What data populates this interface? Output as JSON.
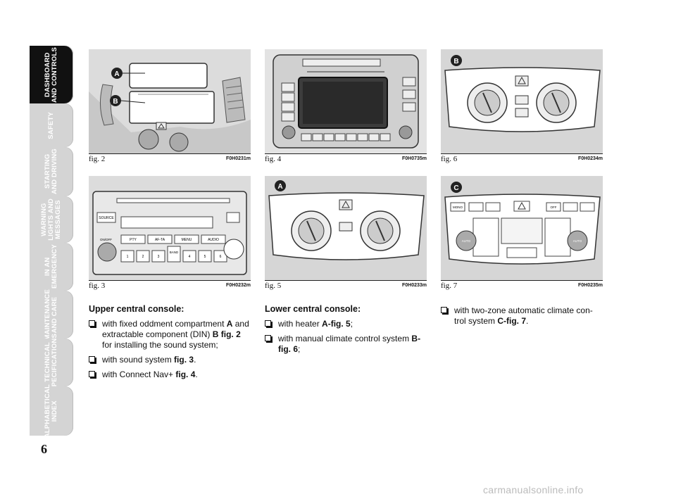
{
  "sidebar": {
    "tabs": [
      {
        "label": "DASHBOARD\nAND CONTROLS",
        "active": true
      },
      {
        "label": "SAFETY"
      },
      {
        "label": "STARTING\nAND DRIVING"
      },
      {
        "label": "WARNING\nLIGHTS AND\nMESSAGES"
      },
      {
        "label": "IN AN\nEMERGENCY"
      },
      {
        "label": "MAINTENANCE\nAND CARE"
      },
      {
        "label": "TECHNICAL\nSPECIFICATIONS"
      },
      {
        "label": "ALPHABETICAL\nINDEX"
      }
    ]
  },
  "page_number": "6",
  "figures": {
    "fig2": {
      "caption": "fig. 2",
      "code": "F0H0231m",
      "callouts": [
        "A",
        "B"
      ]
    },
    "fig4": {
      "caption": "fig. 4",
      "code": "F0H0735m"
    },
    "fig6": {
      "caption": "fig. 6",
      "code": "F0H0234m",
      "callouts": [
        "B"
      ]
    },
    "fig3": {
      "caption": "fig. 3",
      "code": "F0H0232m",
      "labels": {
        "source": "SOURCE",
        "onoff": "ON/OFF",
        "pty": "PTY",
        "afta": "AF-TA",
        "menu": "MENU",
        "audio": "AUDIO",
        "band": "BAND"
      },
      "presets": [
        "1",
        "2",
        "3",
        "4",
        "5",
        "6"
      ]
    },
    "fig5": {
      "caption": "fig. 5",
      "code": "F0H0233m",
      "callouts": [
        "A"
      ]
    },
    "fig7": {
      "caption": "fig. 7",
      "code": "F0H0235m",
      "callouts": [
        "C"
      ],
      "labels": {
        "mono": "MONO",
        "off": "OFF",
        "auto": "AUTO"
      }
    }
  },
  "columns": {
    "left": {
      "heading": "Upper central console:",
      "items": [
        {
          "text": "with fixed oddment compartment ",
          "bold": "A",
          "text2": " and extractable component (DIN) ",
          "bold2": "B fig. 2",
          "text3": " for installing the sound system;"
        },
        {
          "text": "with sound system ",
          "bold": "fig. 3",
          "text2": "."
        },
        {
          "text": "with Connect Nav+ ",
          "bold": "fig. 4",
          "text2": "."
        }
      ]
    },
    "middle": {
      "heading": "Lower central console:",
      "items": [
        {
          "text": "with heater ",
          "bold": "A-fig. 5",
          "text2": ";"
        },
        {
          "text": "with manual climate control system ",
          "bold": "B-fig. 6",
          "text2": ";"
        }
      ]
    },
    "right": {
      "items": [
        {
          "text": "with two-zone automatic climate con-trol system ",
          "bold": "C-fig. 7",
          "text2": "."
        }
      ]
    }
  },
  "watermark": "carmanualsonline.info"
}
